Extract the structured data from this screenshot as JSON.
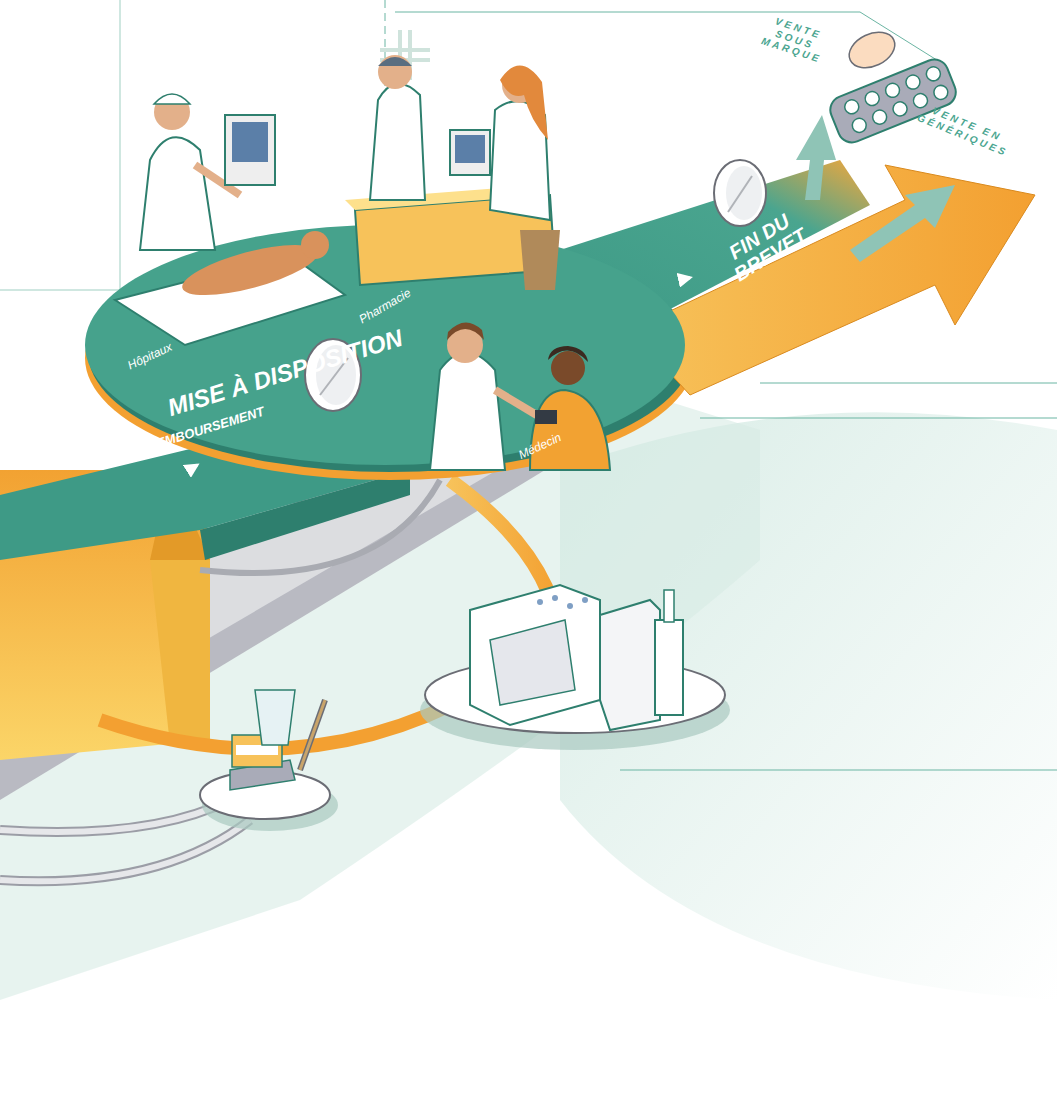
{
  "diagram": {
    "nodes": [
      {
        "text": [
          "PRIX ET REMBOURSEMENT"
        ]
      },
      {
        "text": [
          "MISE À DISPOSITION"
        ]
      },
      {
        "text": [
          "Hôpitaux"
        ],
        "in": 1
      },
      {
        "text": [
          "Pharmacie"
        ],
        "in": 1
      },
      {
        "text": [
          "Médecin"
        ],
        "in": 1
      },
      {
        "text": [
          "FIN DU BREVET"
        ]
      }
    ],
    "edges": [
      {
        "from": 0,
        "to": 1,
        "arrow": "to"
      },
      {
        "from": 1,
        "to": 5,
        "arrow": "to"
      }
    ],
    "labels": [
      "VENTE SOUS MARQUE",
      "VENTE EN GÉNÉRIQUES"
    ]
  }
}
